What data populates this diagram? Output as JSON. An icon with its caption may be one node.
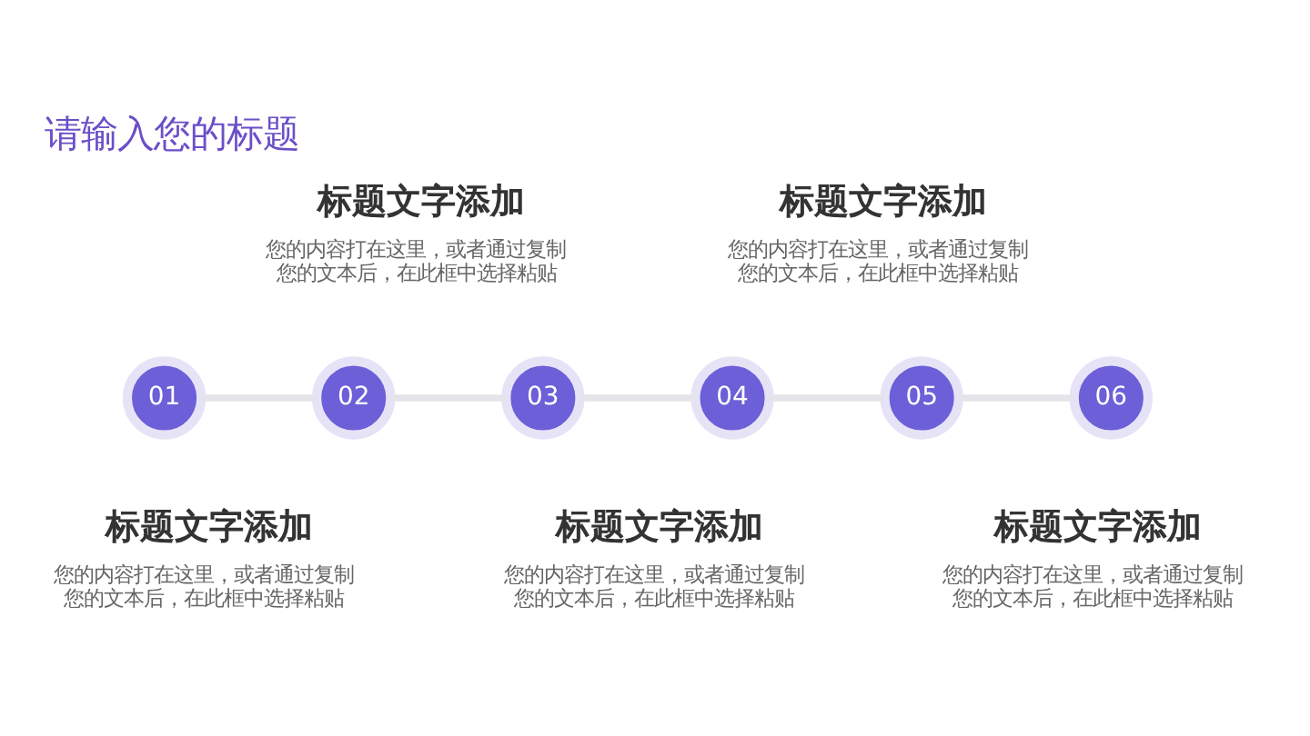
{
  "diagram": {
    "title": "请输入您的标题",
    "nodes": [
      {
        "text": [
          "01"
        ]
      },
      {
        "text": [
          "02"
        ]
      },
      {
        "text": [
          "03"
        ]
      },
      {
        "text": [
          "04"
        ]
      },
      {
        "text": [
          "05"
        ]
      },
      {
        "text": [
          "06"
        ]
      }
    ],
    "edges": [
      {
        "from": 0,
        "to": 1,
        "arrow": "none"
      },
      {
        "from": 1,
        "to": 2,
        "arrow": "none"
      },
      {
        "from": 2,
        "to": 3,
        "arrow": "none"
      },
      {
        "from": 3,
        "to": 4,
        "arrow": "none"
      },
      {
        "from": 4,
        "to": 5,
        "arrow": "none"
      }
    ],
    "labels": [
      "标题文字添加",
      "您的内容打在这里，或者通过复制您的文本后，在此框中选择粘贴",
      "标题文字添加",
      "您的内容打在这里，或者通过复制您的文本后，在此框中选择粘贴",
      "标题文字添加",
      "您的内容打在这里，或者通过复制您的文本后，在此框中选择粘贴",
      "标题文字添加",
      "您的内容打在这里，或者通过复制您的文本后，在此框中选择粘贴",
      "标题文字添加",
      "您的内容打在这里，或者通过复制您的文本后，在此框中选择粘贴"
    ]
  }
}
